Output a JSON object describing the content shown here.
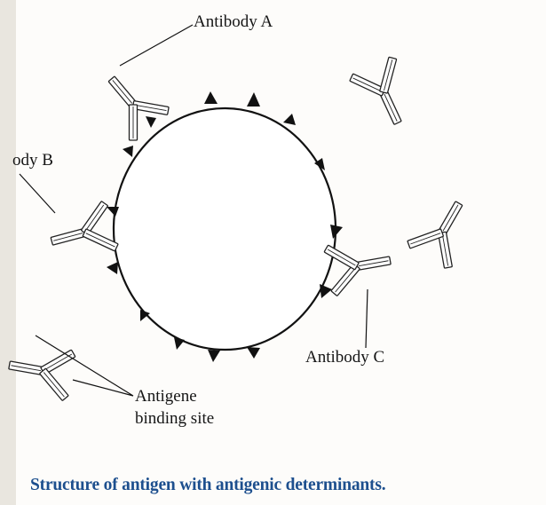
{
  "labels": {
    "antibody_a": "Antibody A",
    "antibody_b": "ody B",
    "antibody_c": "Antibody C",
    "binding_site_line1": "Antigene",
    "binding_site_line2": "binding site"
  },
  "caption": "Structure of antigen with antigenic determinants.",
  "colors": {
    "caption": "#1d4f8e",
    "ink": "#111111",
    "paper": "#fdfcfa"
  }
}
